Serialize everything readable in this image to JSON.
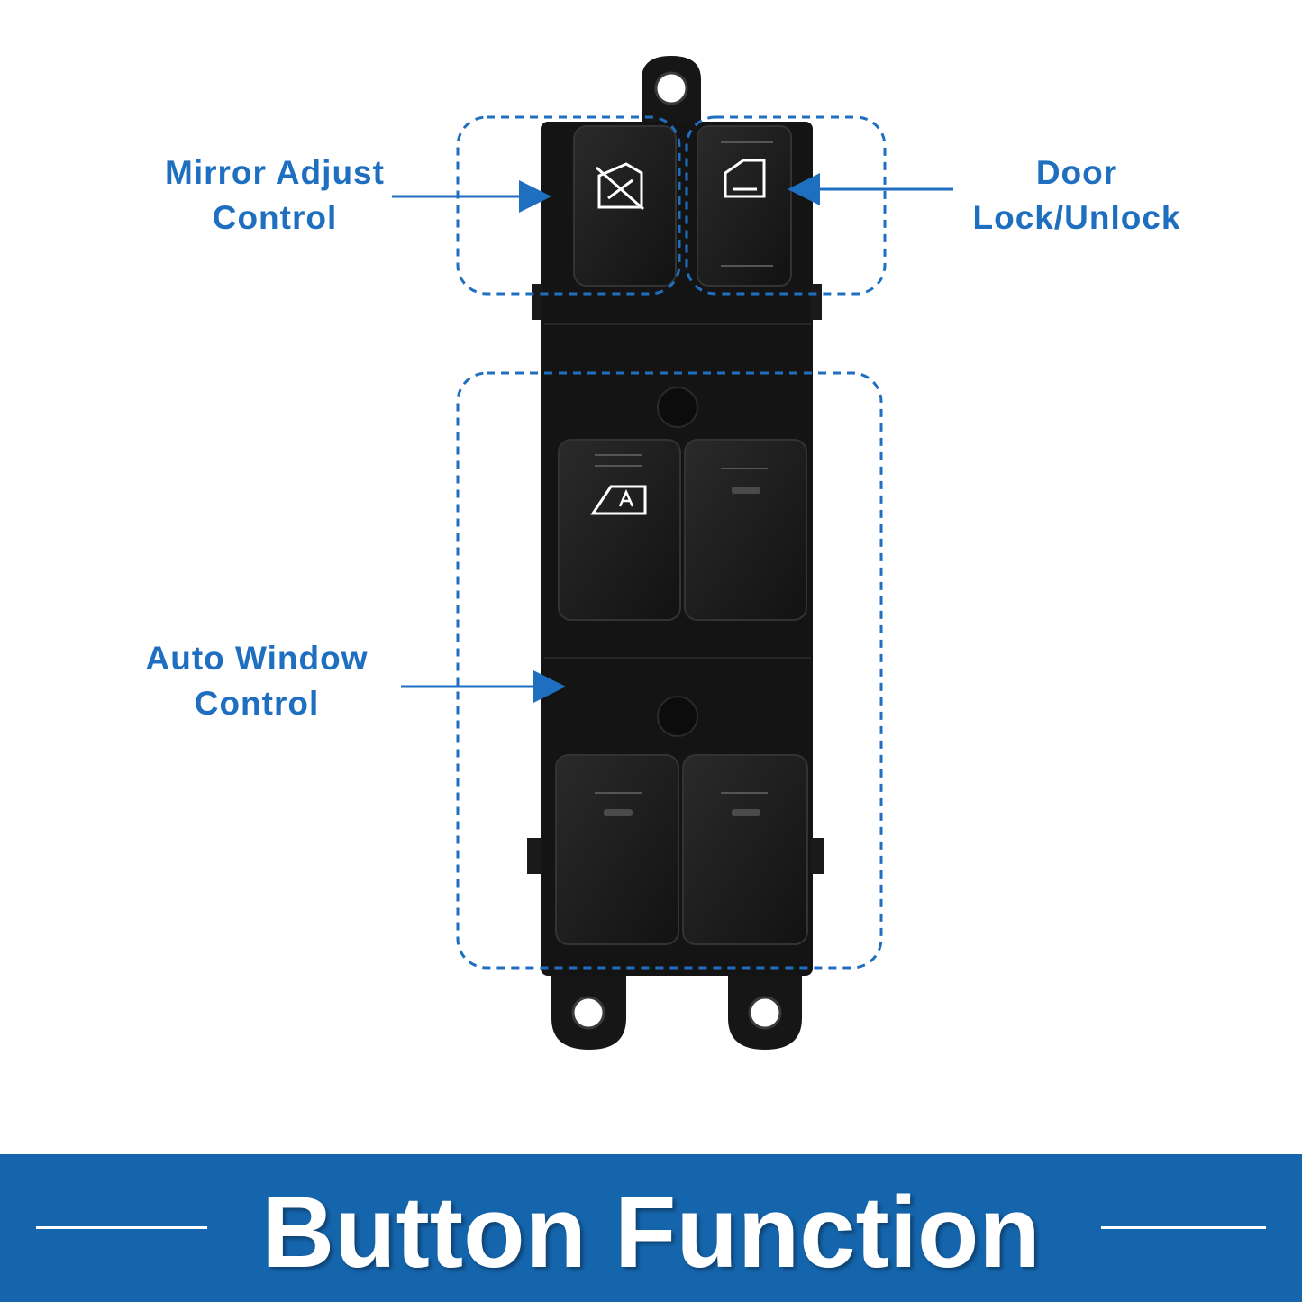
{
  "callouts": {
    "mirror": {
      "line1": "Mirror Adjust",
      "line2": "Control"
    },
    "door": {
      "line1": "Door",
      "line2": "Lock/Unlock"
    },
    "window": {
      "line1": "Auto Window",
      "line2": "Control"
    }
  },
  "banner": {
    "title": "Button Function"
  },
  "icons": {
    "mirror_button": "mirror-lockout-icon",
    "door_button": "door-lock-icon",
    "auto_window_button": "auto-window-icon"
  },
  "colors": {
    "accent": "#1f6fc0",
    "banner": "#1565ad",
    "panel": "#141414",
    "button": "#1c1c1c",
    "background": "#ffffff"
  }
}
